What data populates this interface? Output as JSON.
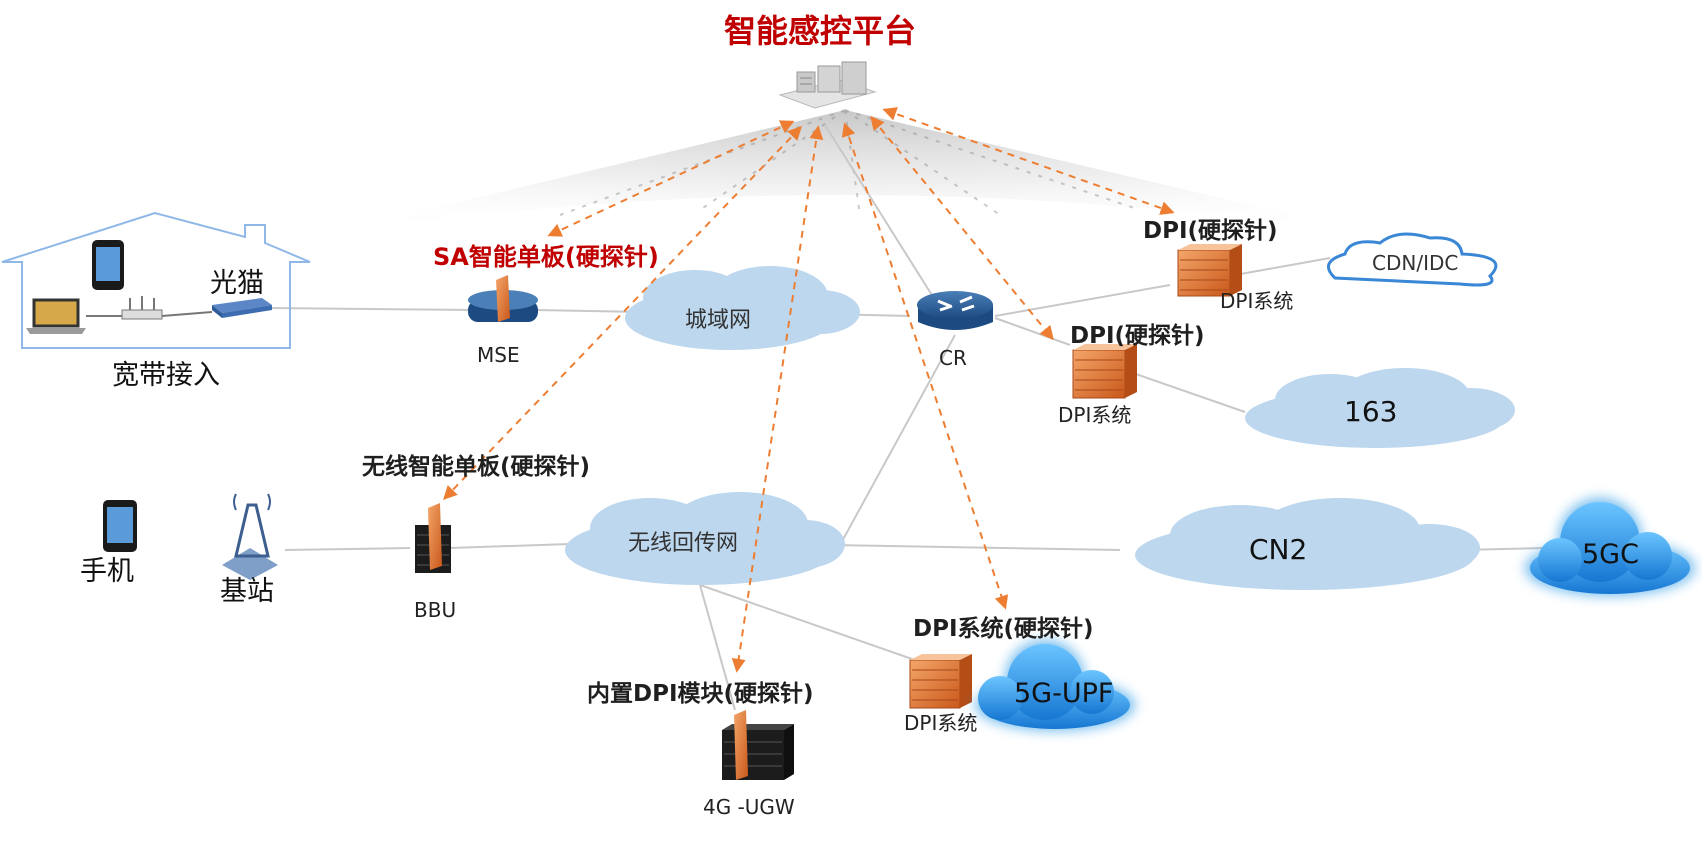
{
  "title": "智能感控平台",
  "probes": {
    "sa_board": "SA智能单板(硬探针)",
    "dpi_top": "DPI(硬探针)",
    "dpi_mid": "DPI(硬探针)",
    "wireless_board": "无线智能单板(硬探针)",
    "dpi_system_probe": "DPI系统(硬探针)",
    "builtin_dpi": "内置DPI模块(硬探针)"
  },
  "nodes": {
    "optical_modem": "光猫",
    "broadband_access": "宽带接入",
    "mse": "MSE",
    "cr": "CR",
    "dpi_system_1": "DPI系统",
    "dpi_system_2": "DPI系统",
    "dpi_system_3": "DPI系统",
    "phone": "手机",
    "base_station": "基站",
    "bbu": "BBU",
    "ugw": "4G -UGW"
  },
  "clouds": {
    "metro": "城域网",
    "cdn_idc": "CDN/IDC",
    "net163": "163",
    "wireless_backhaul": "无线回传网",
    "cn2": "CN2",
    "fivegc": "5GC",
    "upf": "5G-UPF"
  },
  "colors": {
    "title_red": "#c00000",
    "probe_arrow": "#ed7d31",
    "cloud_fill": "#bdd7ee",
    "cloud_glow": "#2e9be6",
    "dpi_orange": "#e2732a",
    "link_gray": "#c8c8c8"
  }
}
